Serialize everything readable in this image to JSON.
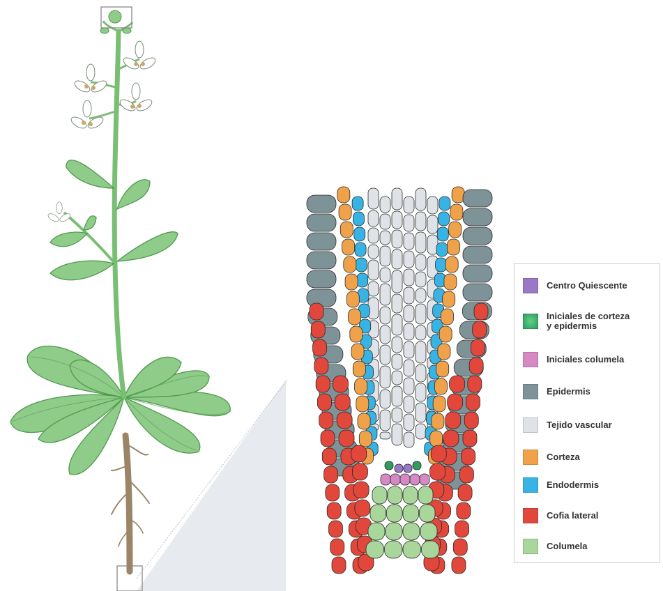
{
  "colors": {
    "leaf": "#8fcc8a",
    "leaf_dark": "#4e9a4b",
    "stem": "#78be73",
    "root": "#9c8466",
    "flower": "#ffffff",
    "anther": "#c9a86a",
    "sheath": "#dfe2e6"
  },
  "legend": [
    {
      "key": "quiescent",
      "label": "Centro Quiescente",
      "color": "#9a78c8"
    },
    {
      "key": "cortex_epidermis_initials",
      "label": "Iniciales de corteza\ny epidermis",
      "color": "#2f9d5d"
    },
    {
      "key": "columella_initials",
      "label": "Iniciales columela",
      "color": "#d58ac4"
    },
    {
      "key": "epidermis",
      "label": "Epidermis",
      "color": "#7e9398"
    },
    {
      "key": "vascular",
      "label": "Tejido vascular",
      "color": "#dfe2e6"
    },
    {
      "key": "cortex",
      "label": "Corteza",
      "color": "#f0a24a"
    },
    {
      "key": "endodermis",
      "label": "Endodermis",
      "color": "#37b4e3"
    },
    {
      "key": "lateral_cap",
      "label": "Cofia lateral",
      "color": "#e1473a"
    },
    {
      "key": "columella",
      "label": "Columela",
      "color": "#a9d69b"
    }
  ]
}
